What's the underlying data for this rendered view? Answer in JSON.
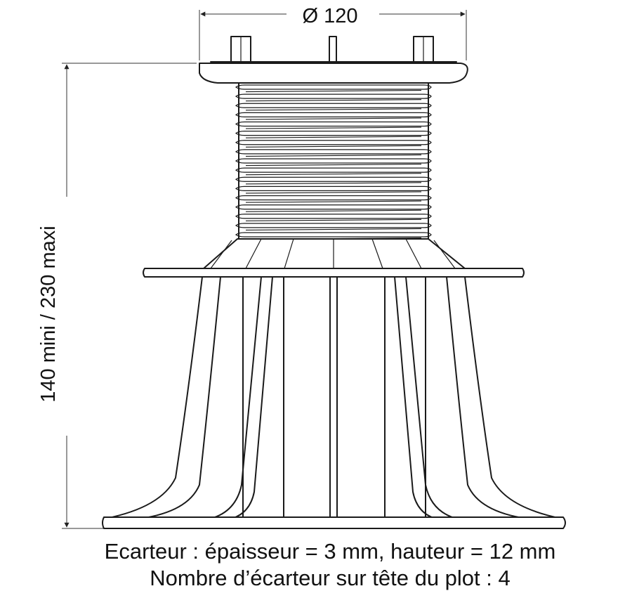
{
  "dimensions": {
    "diameter_label": "Ø 120",
    "height_label": "140 mini / 230 maxi"
  },
  "captions": {
    "line1": "Ecarteur : épaisseur = 3 mm, hauteur = 12 mm",
    "line2": "Nombre d’écarteur sur tête du plot : 4"
  }
}
